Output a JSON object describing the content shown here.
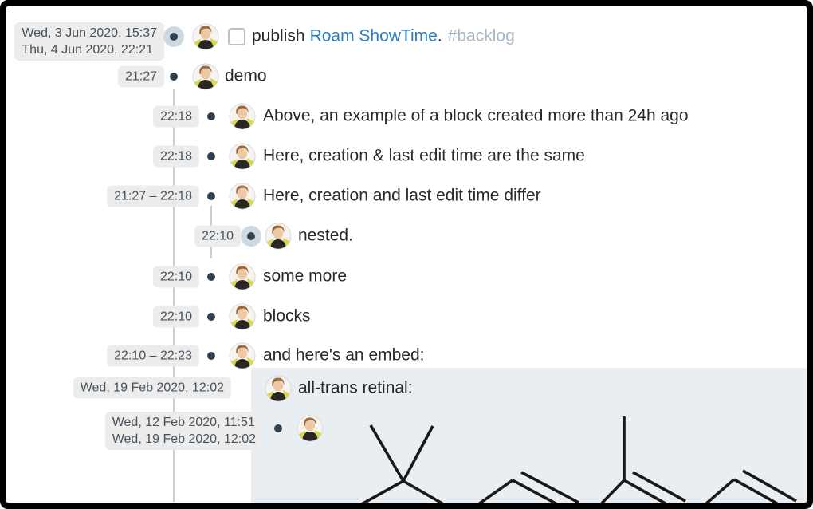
{
  "colors": {
    "link_blue": "#2b7cc0",
    "hashtag_gray": "#a7b6c2",
    "badge_bg": "#ececec",
    "badge_text": "#46525c",
    "embed_bg": "#e9eef3",
    "bullet_dot": "#30404f",
    "bullet_halo": "#cdd9e0",
    "thread_line": "#c9ced4",
    "body_text": "#26292d",
    "molecule_stroke": "#17191c",
    "frame_border": "#000000"
  },
  "icons": {
    "avatar": "user-avatar",
    "molecule": "all-trans-retinal-skeletal-structure"
  },
  "rows": [
    {
      "badge_lines": [
        "Wed, 3 Jun 2020, 15:37",
        "Thu, 4 Jun 2020, 22:21"
      ],
      "checkbox_checked": false,
      "text_prefix": "publish",
      "link_text": "Roam ShowTime",
      "text_suffix": ".",
      "tag": "#backlog"
    },
    {
      "badge": "21:27",
      "text": "demo"
    },
    {
      "badge": "22:18",
      "text": "Above, an example of a block created more than 24h ago"
    },
    {
      "badge": "22:18",
      "text": "Here, creation & last edit time are the same"
    },
    {
      "badge": "21:27 – 22:18",
      "text": "Here, creation and last edit time differ"
    },
    {
      "badge": "22:10",
      "text": "nested."
    },
    {
      "badge": "22:10",
      "text": "some more"
    },
    {
      "badge": "22:10",
      "text": "blocks"
    },
    {
      "badge": "22:10 – 22:23",
      "text": "and here's an embed:"
    },
    {
      "badge": "Wed, 19 Feb 2020, 12:02",
      "text": "all-trans retinal:"
    },
    {
      "badge_lines": [
        "Wed, 12 Feb 2020, 11:51",
        "Wed, 19 Feb 2020, 12:02"
      ],
      "text": ""
    }
  ]
}
